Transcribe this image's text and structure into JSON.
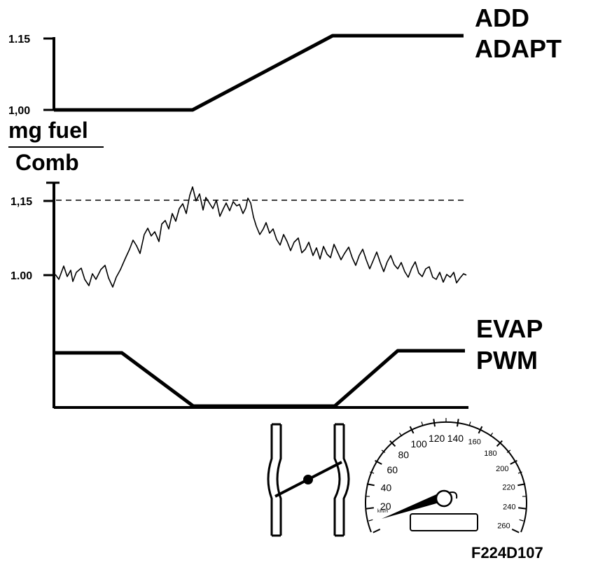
{
  "add_adapt": {
    "title_line1": "ADD",
    "title_line2": "ADAPT",
    "tick_high": "1.15",
    "tick_low": "1,00"
  },
  "fuel": {
    "label_numerator": "mg fuel",
    "label_denominator": "Comb",
    "tick_high": "1,15",
    "tick_low": "1.00"
  },
  "evap": {
    "title_line1": "EVAP",
    "title_line2": "PWM"
  },
  "speedometer": {
    "unit": "km/h",
    "scale": [
      "20",
      "40",
      "60",
      "80",
      "100",
      "120",
      "140",
      "160",
      "180",
      "200",
      "220",
      "240",
      "260"
    ]
  },
  "figure_id": "F224D107"
}
